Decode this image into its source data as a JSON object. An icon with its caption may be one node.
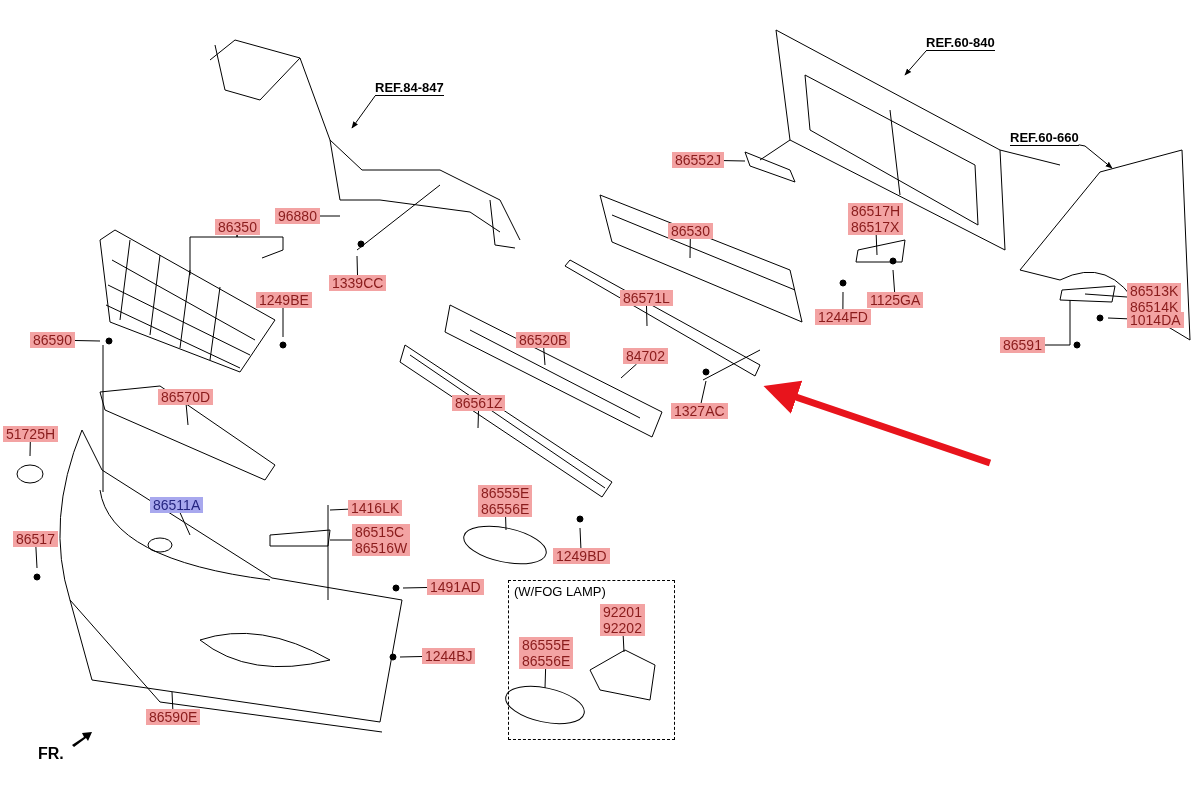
{
  "diagram": {
    "nodes": [
      {
        "text": [
          "REF.84-847"
        ]
      },
      {
        "text": [
          "REF.60-840"
        ]
      },
      {
        "text": [
          "REF.60-660"
        ]
      },
      {
        "text": [
          "86552J"
        ]
      },
      {
        "text": [
          "96880"
        ]
      },
      {
        "text": [
          "86350"
        ]
      },
      {
        "text": [
          "1249BE"
        ]
      },
      {
        "text": [
          "1339CC"
        ]
      },
      {
        "text": [
          "86530"
        ]
      },
      {
        "text": [
          "86517H",
          "86517X"
        ]
      },
      {
        "text": [
          "86590"
        ]
      },
      {
        "text": [
          "86571L"
        ]
      },
      {
        "text": [
          "1244FD"
        ]
      },
      {
        "text": [
          "1125GA"
        ]
      },
      {
        "text": [
          "86513K",
          "86514K"
        ]
      },
      {
        "text": [
          "1014DA"
        ]
      },
      {
        "text": [
          "86591"
        ]
      },
      {
        "text": [
          "86520B"
        ]
      },
      {
        "text": [
          "84702"
        ]
      },
      {
        "text": [
          "1327AC"
        ]
      },
      {
        "text": [
          "86570D"
        ]
      },
      {
        "text": [
          "86561Z"
        ]
      },
      {
        "text": [
          "51725H"
        ]
      },
      {
        "text": [
          "86511A"
        ]
      },
      {
        "text": [
          "86555E",
          "86556E"
        ]
      },
      {
        "text": [
          "1416LK"
        ]
      },
      {
        "text": [
          "86515C",
          "86516W"
        ]
      },
      {
        "text": [
          "86517"
        ]
      },
      {
        "text": [
          "1249BD"
        ]
      },
      {
        "text": [
          "1491AD"
        ]
      },
      {
        "text": [
          "(W/FOG LAMP)"
        ]
      },
      {
        "text": [
          "92201",
          "92202"
        ],
        "in": 30
      },
      {
        "text": [
          "86555E",
          "86556E"
        ],
        "in": 30
      },
      {
        "text": [
          "1244BJ"
        ]
      },
      {
        "text": [
          "86590E"
        ]
      }
    ],
    "edges": [
      {
        "from": 0,
        "to": null,
        "arrow": "to"
      },
      {
        "from": 1,
        "to": null,
        "arrow": "to"
      },
      {
        "from": 2,
        "to": null,
        "arrow": "to"
      },
      {
        "from": 3,
        "to": null,
        "arrow": "none"
      },
      {
        "from": 4,
        "to": null,
        "arrow": "none"
      },
      {
        "from": 5,
        "to": null,
        "arrow": "none"
      },
      {
        "from": 5,
        "to": null,
        "arrow": "none"
      },
      {
        "from": 6,
        "to": null,
        "arrow": "none"
      },
      {
        "from": 7,
        "to": null,
        "arrow": "none"
      },
      {
        "from": 8,
        "to": null,
        "arrow": "none"
      },
      {
        "from": 9,
        "to": null,
        "arrow": "none"
      },
      {
        "from": 10,
        "to": null,
        "arrow": "none"
      },
      {
        "from": 11,
        "to": null,
        "arrow": "none"
      },
      {
        "from": 12,
        "to": null,
        "arrow": "none"
      },
      {
        "from": 13,
        "to": null,
        "arrow": "none"
      },
      {
        "from": 14,
        "to": null,
        "arrow": "none"
      },
      {
        "from": 15,
        "to": null,
        "arrow": "none"
      },
      {
        "from": 16,
        "to": null,
        "arrow": "none"
      },
      {
        "from": 17,
        "to": null,
        "arrow": "none"
      },
      {
        "from": 18,
        "to": null,
        "arrow": "none"
      },
      {
        "from": 19,
        "to": null,
        "arrow": "none"
      },
      {
        "from": 20,
        "to": null,
        "arrow": "none"
      },
      {
        "from": 21,
        "to": null,
        "arrow": "none"
      },
      {
        "from": 22,
        "to": null,
        "arrow": "none"
      },
      {
        "from": 23,
        "to": null,
        "arrow": "none"
      },
      {
        "from": 24,
        "to": null,
        "arrow": "none"
      },
      {
        "from": 25,
        "to": null,
        "arrow": "none"
      },
      {
        "from": 26,
        "to": null,
        "arrow": "none"
      },
      {
        "from": 27,
        "to": null,
        "arrow": "none"
      },
      {
        "from": 28,
        "to": null,
        "arrow": "none"
      },
      {
        "from": 29,
        "to": null,
        "arrow": "none"
      },
      {
        "from": 31,
        "to": null,
        "arrow": "none"
      },
      {
        "from": 32,
        "to": null,
        "arrow": "none"
      },
      {
        "from": 33,
        "to": null,
        "arrow": "none"
      },
      {
        "from": 34,
        "to": null,
        "arrow": "none"
      }
    ],
    "labels": [
      "FR."
    ]
  }
}
